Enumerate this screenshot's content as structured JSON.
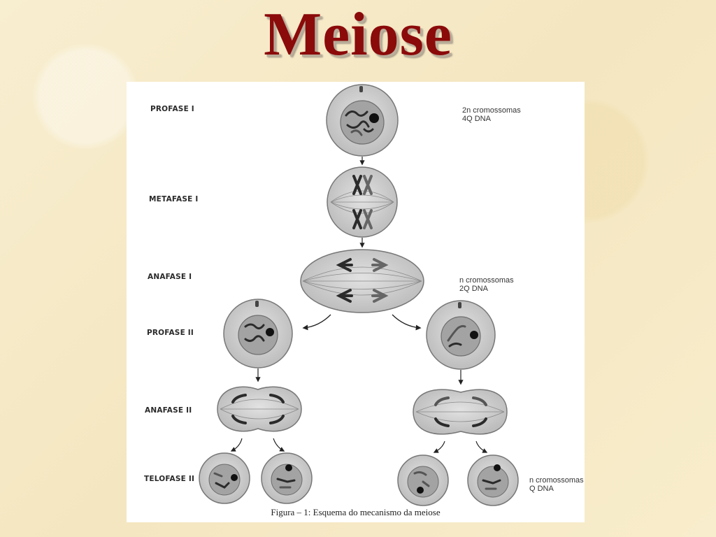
{
  "title": "Meiose",
  "stages": {
    "profase1": "PROFASE I",
    "metafase1": "METAFASE I",
    "anafase1": "ANAFASE I",
    "profase2": "PROFASE II",
    "anafase2": "ANAFASE II",
    "telofase2": "TELOFASE II"
  },
  "notes": {
    "n1_line1": "2n cromossomas",
    "n1_line2": "4Q DNA",
    "n2_line1": "n cromossomas",
    "n2_line2": "2Q DNA",
    "n3_line1": "n cromossomas",
    "n3_line2": "Q DNA"
  },
  "caption": "Figura – 1: Esquema do mecanismo da meiose",
  "colors": {
    "title": "#8b0a0a",
    "cell_fill": "#c9c9c9",
    "nucleus_fill": "#9e9e9e",
    "chromosome": "#2b2b2b",
    "background": "#f7ecc9"
  }
}
